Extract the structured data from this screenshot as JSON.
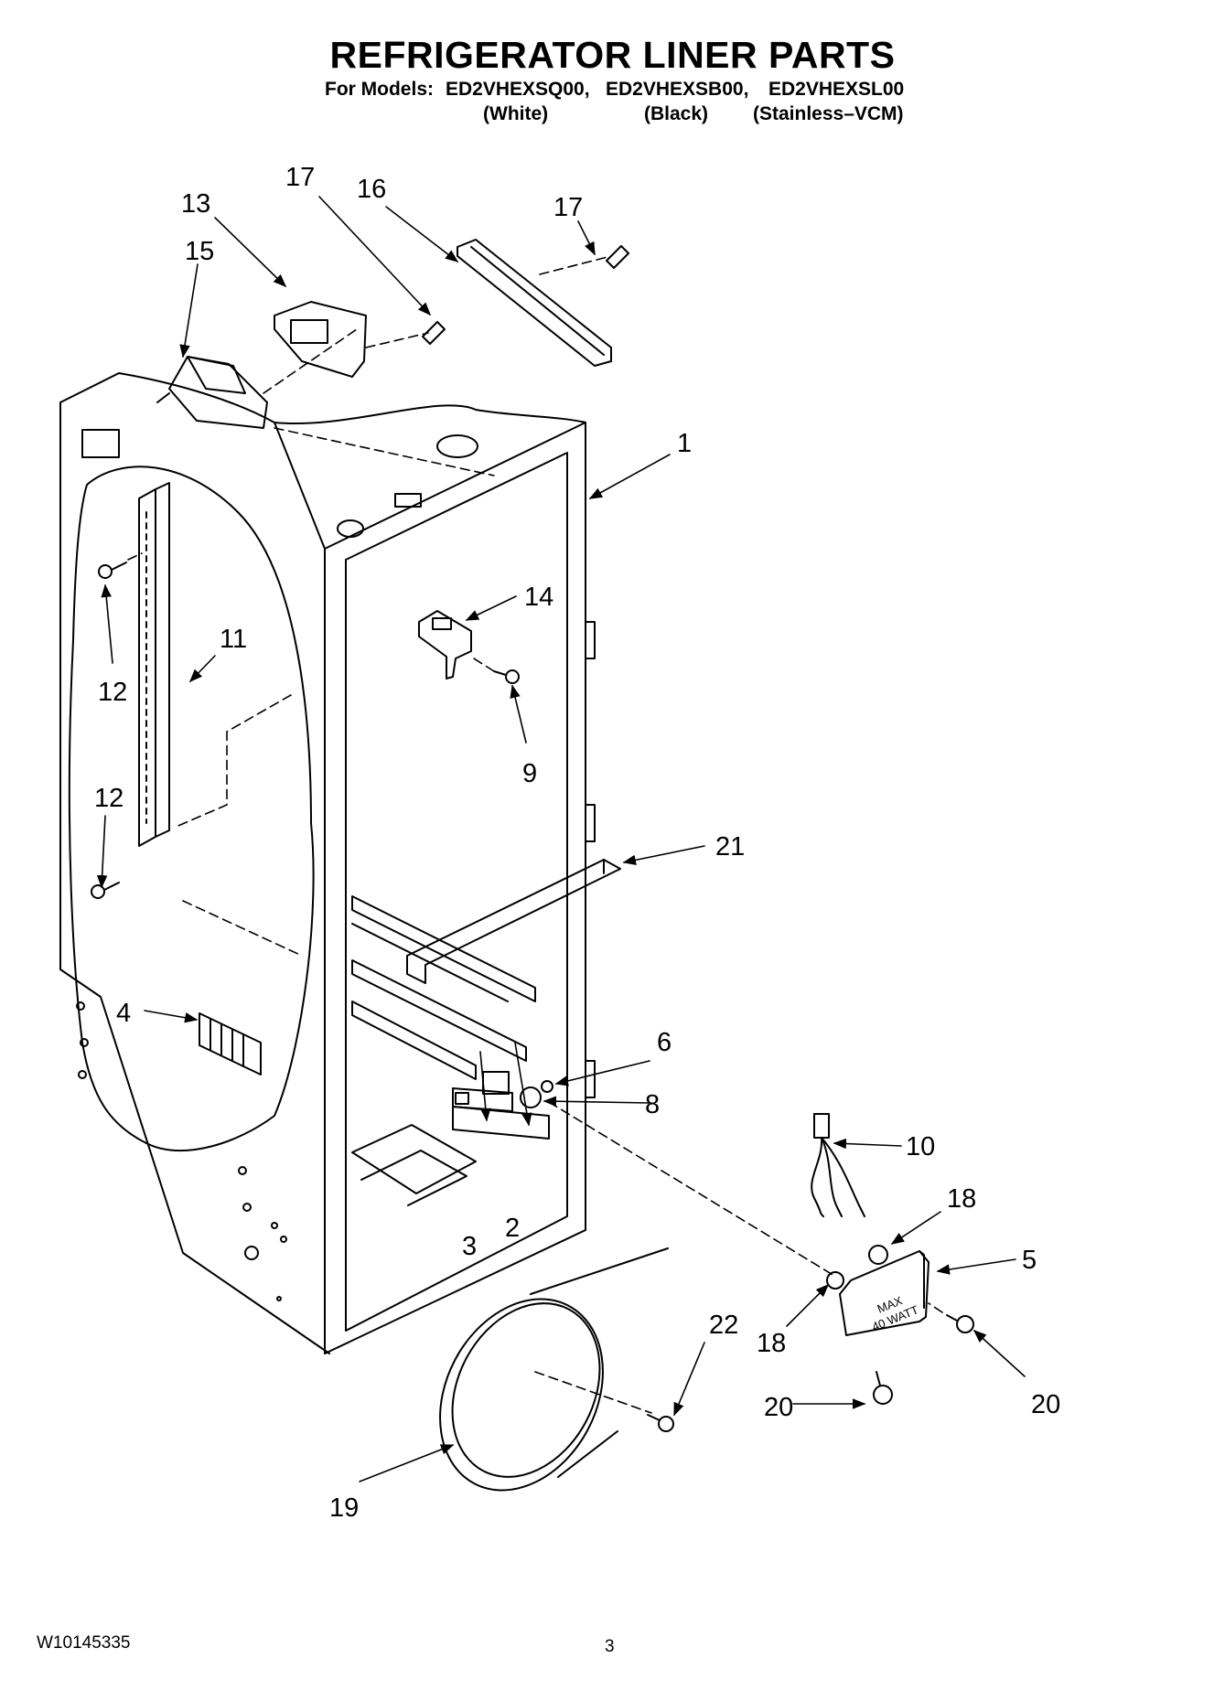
{
  "title": "REFRIGERATOR LINER PARTS",
  "models": {
    "label": "For Models:",
    "list": [
      "ED2VHEXSQ00,",
      "ED2VHEXSB00,",
      "ED2VHEXSL00"
    ],
    "colors": [
      "(White)",
      "(Black)",
      "(Stainless–VCM)"
    ]
  },
  "part_labels": {
    "p1": "1",
    "p2": "2",
    "p3": "3",
    "p4": "4",
    "p5": "5",
    "p6": "6",
    "p8": "8",
    "p9": "9",
    "p10": "10",
    "p11": "11",
    "p12a": "12",
    "p12b": "12",
    "p13": "13",
    "p14": "14",
    "p15": "15",
    "p16": "16",
    "p17a": "17",
    "p17b": "17",
    "p18a": "18",
    "p18b": "18",
    "p19": "19",
    "p20a": "20",
    "p20b": "20",
    "p21": "21",
    "p22": "22"
  },
  "lamp_housing_text": [
    "MAX",
    "40 WATT"
  ],
  "footer": {
    "doc_code": "W10145335",
    "page": "3"
  }
}
